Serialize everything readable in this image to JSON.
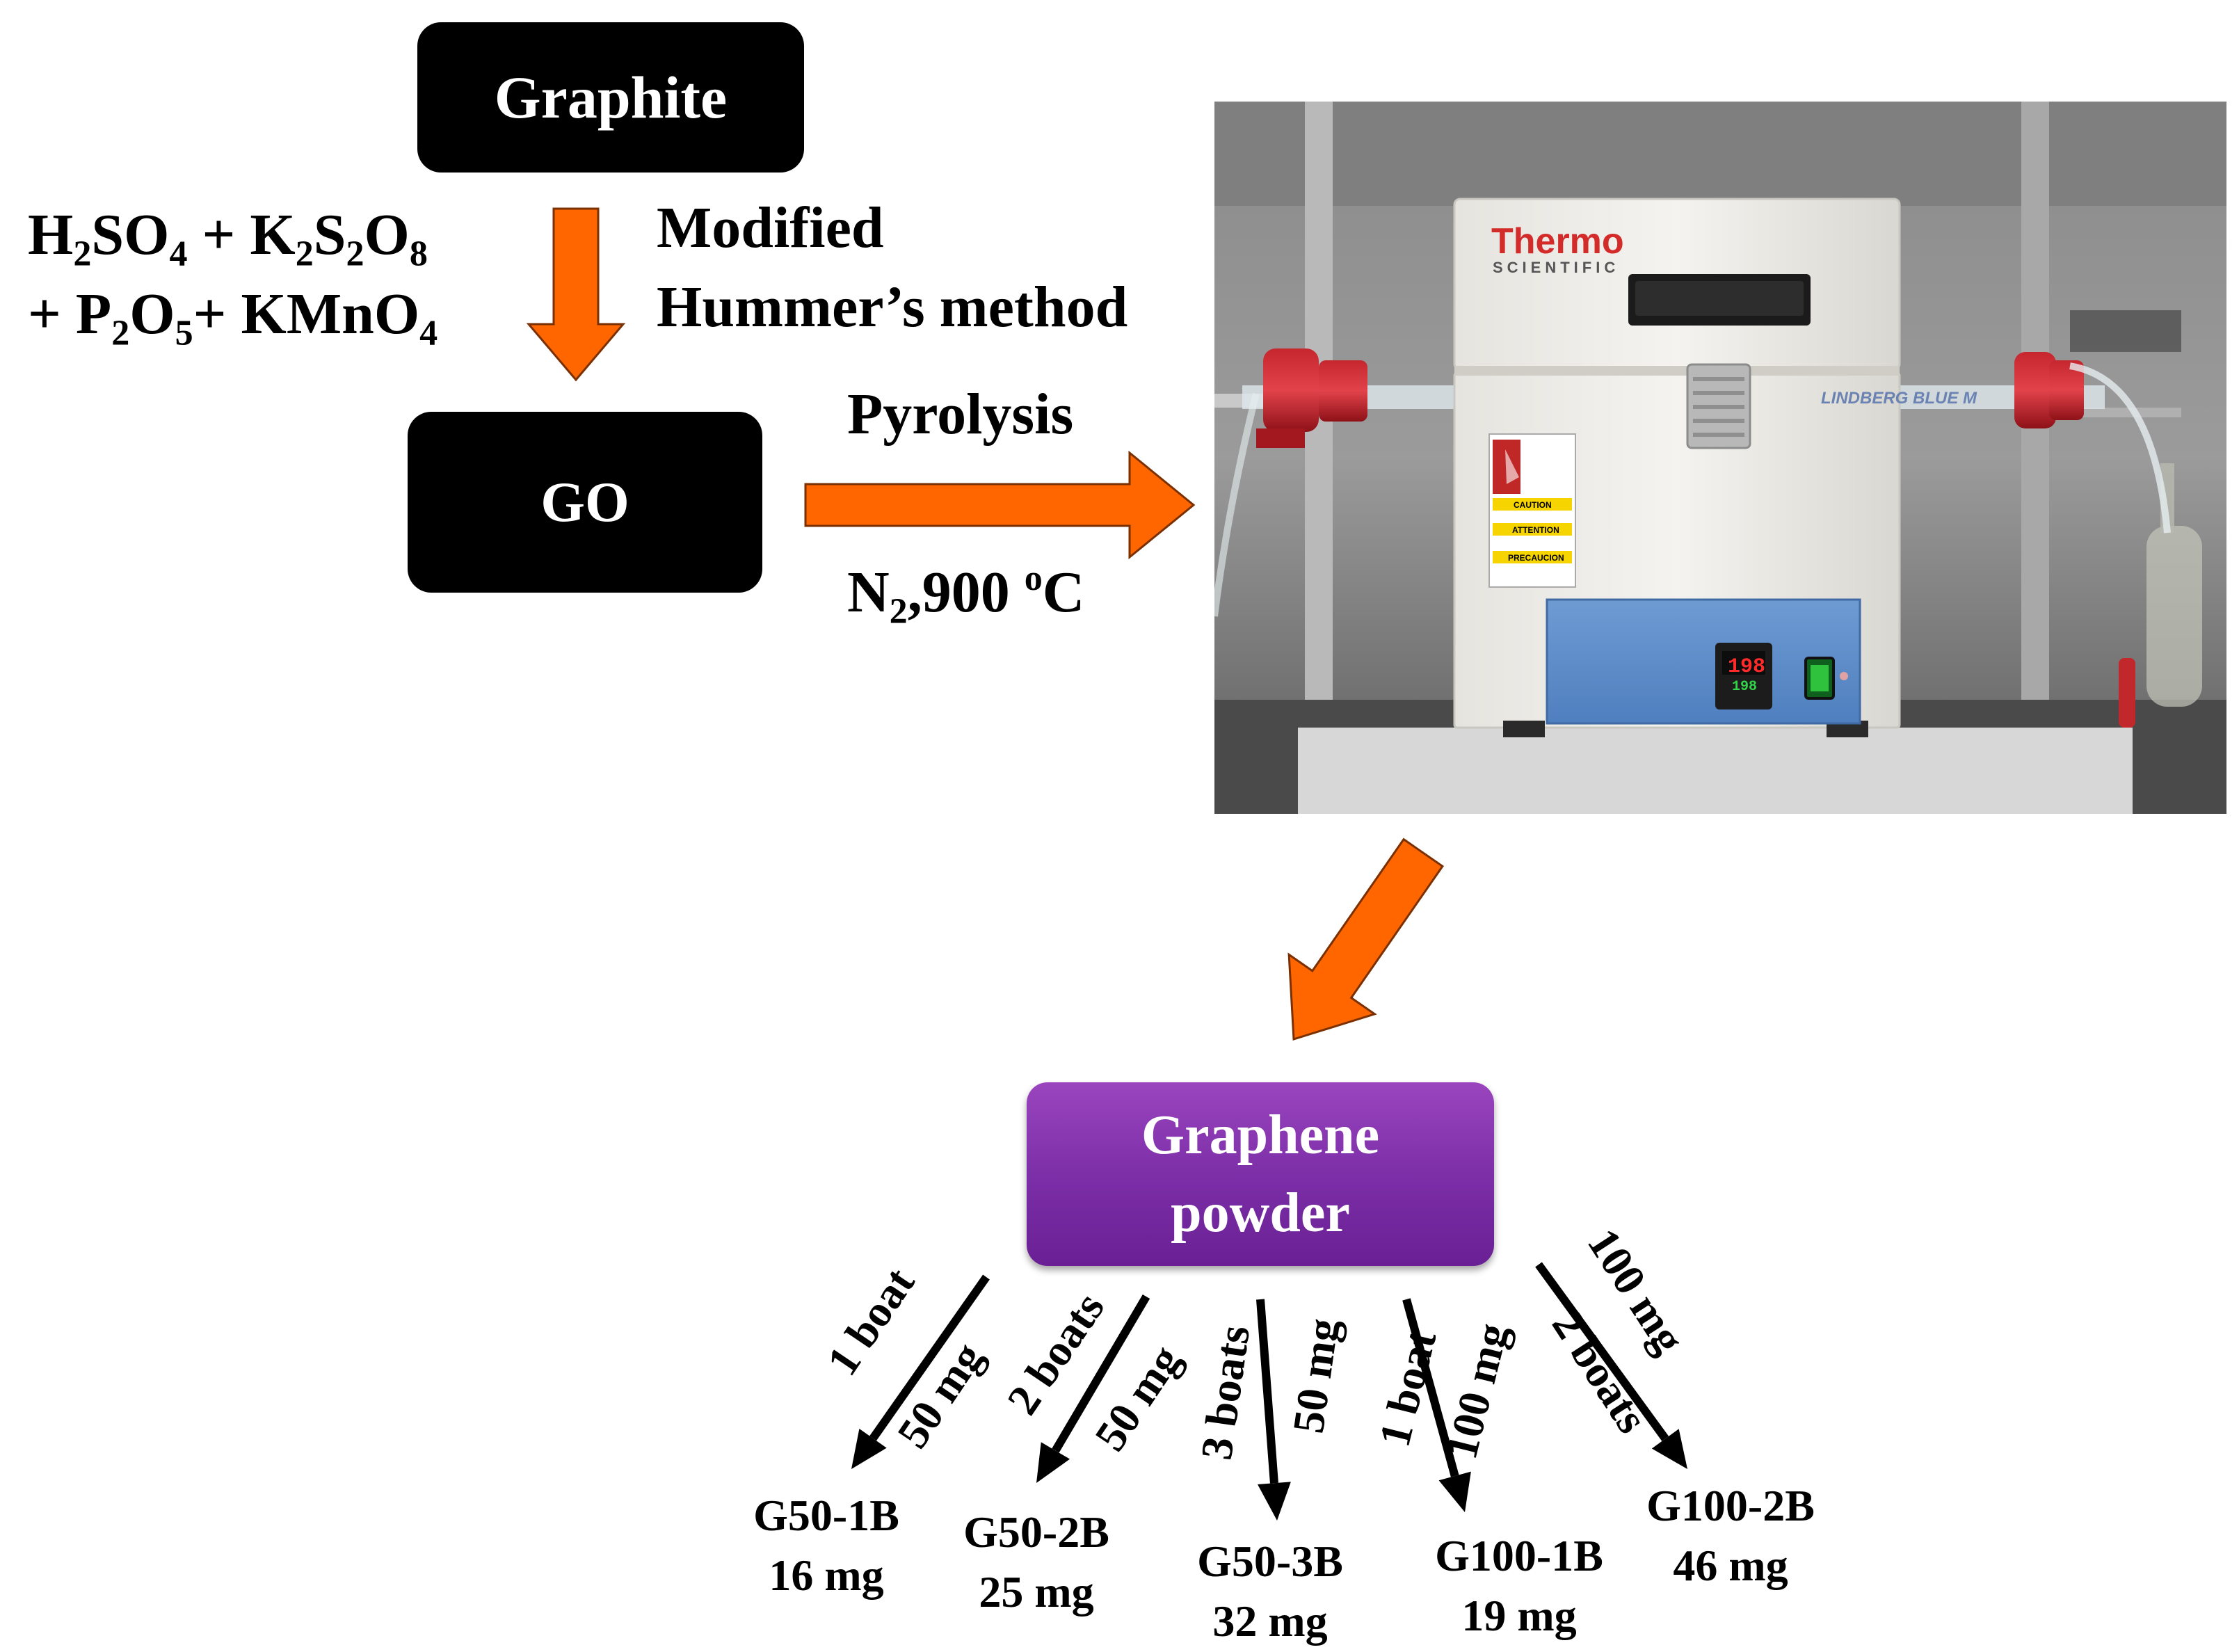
{
  "flow": {
    "graphite": "Graphite",
    "go": "GO",
    "graphene_line1": "Graphene",
    "graphene_line2": "powder",
    "method_line1": "Modified",
    "method_line2": "Hummer’s  method",
    "pyrolysis": "Pyrolysis",
    "conditions_gas": "N",
    "conditions_gas_sub": "2",
    "conditions_temp": ",900 ",
    "conditions_deg": "o",
    "conditions_unit": "C"
  },
  "reagents": {
    "line1": [
      {
        "t": "H"
      },
      {
        "t": "2",
        "sub": true
      },
      {
        "t": "SO"
      },
      {
        "t": "4",
        "sub": true
      },
      {
        "t": " + K"
      },
      {
        "t": "2",
        "sub": true
      },
      {
        "t": "S"
      },
      {
        "t": "2",
        "sub": true
      },
      {
        "t": "O"
      },
      {
        "t": "8",
        "sub": true
      }
    ],
    "line2": [
      {
        "t": "+ P"
      },
      {
        "t": "2",
        "sub": true
      },
      {
        "t": "O"
      },
      {
        "t": "5",
        "sub": true
      },
      {
        "t": "+ KMnO"
      },
      {
        "t": "4",
        "sub": true
      }
    ]
  },
  "photo": {
    "brand_line1": "Thermo",
    "brand_line2": "SCIENTIFIC",
    "model": "LINDBERG BLUE M",
    "display_top": "198",
    "display_bottom": "198",
    "warning_1": "CAUTION",
    "warning_2": "ATTENTION",
    "warning_3": "PRECAUCION"
  },
  "samples": [
    {
      "name": "G50-1B",
      "mass": "16 mg",
      "boats": "1 boat",
      "load": "50 mg"
    },
    {
      "name": "G50-2B",
      "mass": "25 mg",
      "boats": "2 boats",
      "load": "50 mg"
    },
    {
      "name": "G50-3B",
      "mass": "32 mg",
      "boats": "3 boats",
      "load": "50 mg"
    },
    {
      "name": "G100-1B",
      "mass": "19 mg",
      "boats": "1 boat",
      "load": "100 mg"
    },
    {
      "name": "G100-2B",
      "mass": "46 mg",
      "boats": "2 boats",
      "load": "100 mg"
    }
  ],
  "colors": {
    "arrow": "#ff6600",
    "graphene_box": "#7f2fa8",
    "box": "#000000"
  }
}
